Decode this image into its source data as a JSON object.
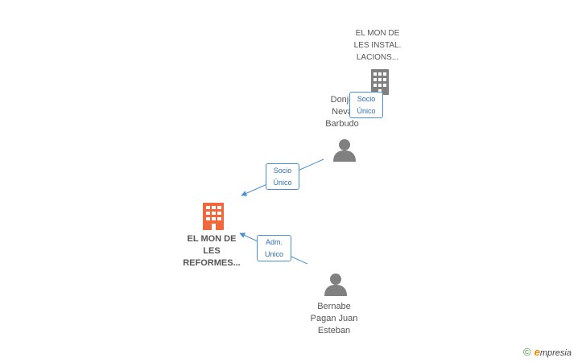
{
  "nodes": {
    "company_top": {
      "label": "EL MON DE\nLES INSTAL.\nLACIONS..."
    },
    "person_donjo": {
      "label": "Donjo\nNeva\nBarbudo"
    },
    "company_main": {
      "label": "EL MON DE\nLES\nREFORMES..."
    },
    "person_bernabe": {
      "label": "Bernabe\nPagan Juan\nEsteban"
    }
  },
  "edges": {
    "top_to_donjo": {
      "label": "Socio\nÚnico"
    },
    "donjo_to_main": {
      "label": "Socio\nÚnico"
    },
    "bernabe_to_main": {
      "label": "Adm.\nUnico"
    }
  },
  "brand": {
    "copyright": "©",
    "e": "e",
    "rest": "mpresia"
  },
  "colors": {
    "main_company": "#f0683c",
    "company": "#808080",
    "person": "#808080",
    "edge": "#4a8fd6"
  }
}
